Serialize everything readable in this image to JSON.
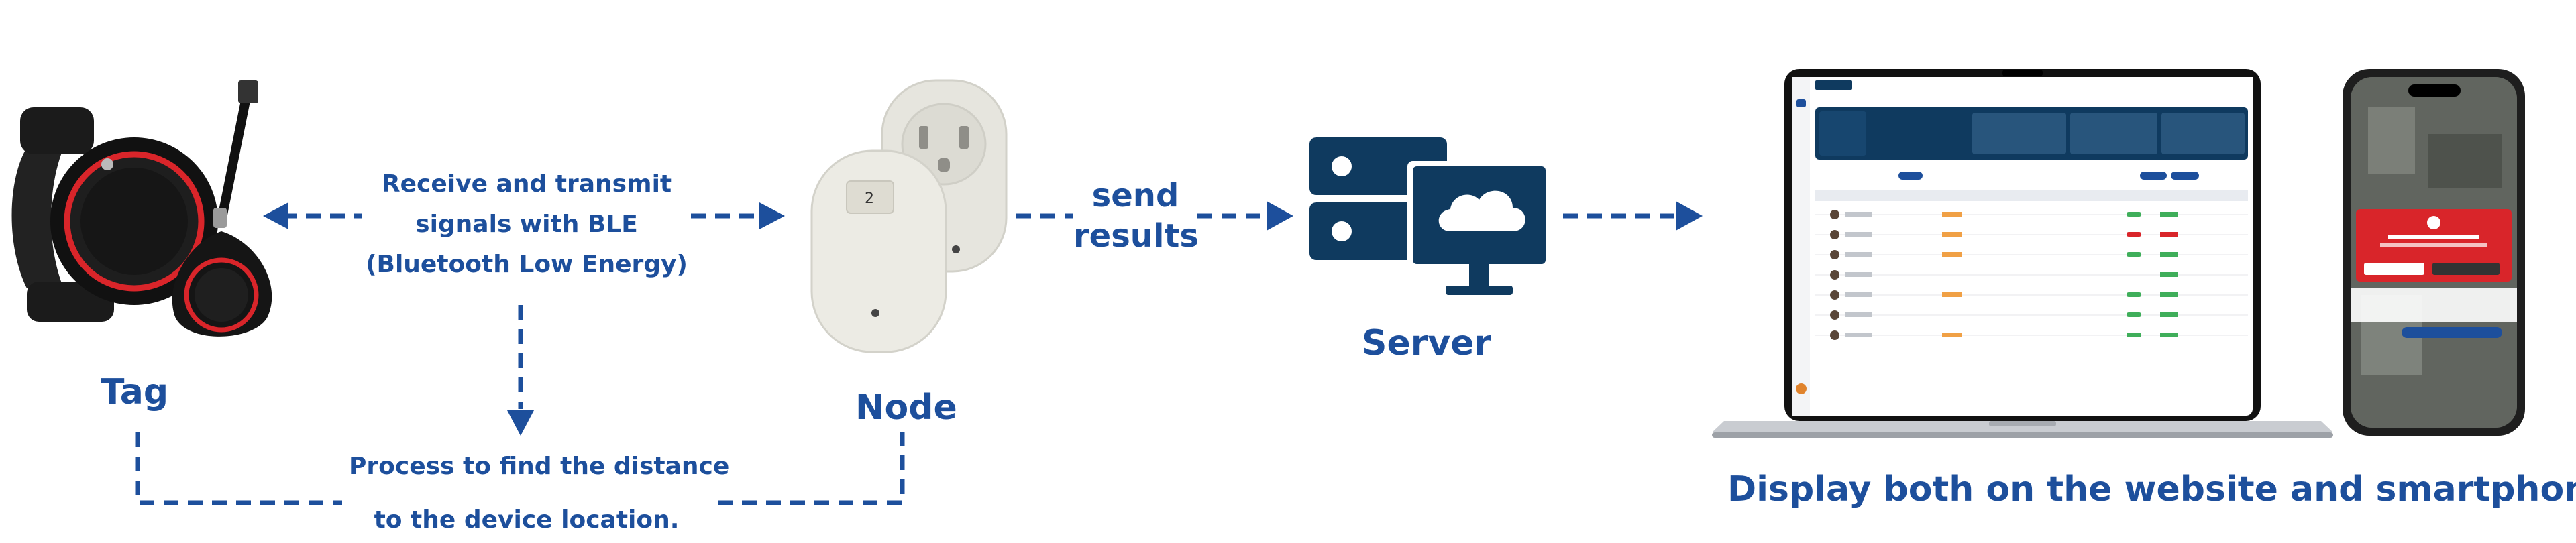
{
  "labels": {
    "tag": "Tag",
    "node": "Node",
    "server": "Server",
    "ble_line1": "Receive and transmit",
    "ble_line2": "signals with BLE",
    "ble_line3": "(Bluetooth Low Energy)",
    "process_line1": "Process to find the distance",
    "process_line2": "to the device location.",
    "send_line1": "send",
    "send_line2": "results",
    "display": "Display both on the website  and smartphone"
  },
  "colors": {
    "accent_blue": "#1d4f9c",
    "server_navy": "#0f3a5f",
    "device_black": "#1b1b1b",
    "tag_red": "#d9252a",
    "node_white": "#ecebe4"
  },
  "icons": [
    "tag-device-icon",
    "node-device-icon",
    "server-cloud-icon",
    "laptop-dashboard-icon",
    "smartphone-icon"
  ]
}
